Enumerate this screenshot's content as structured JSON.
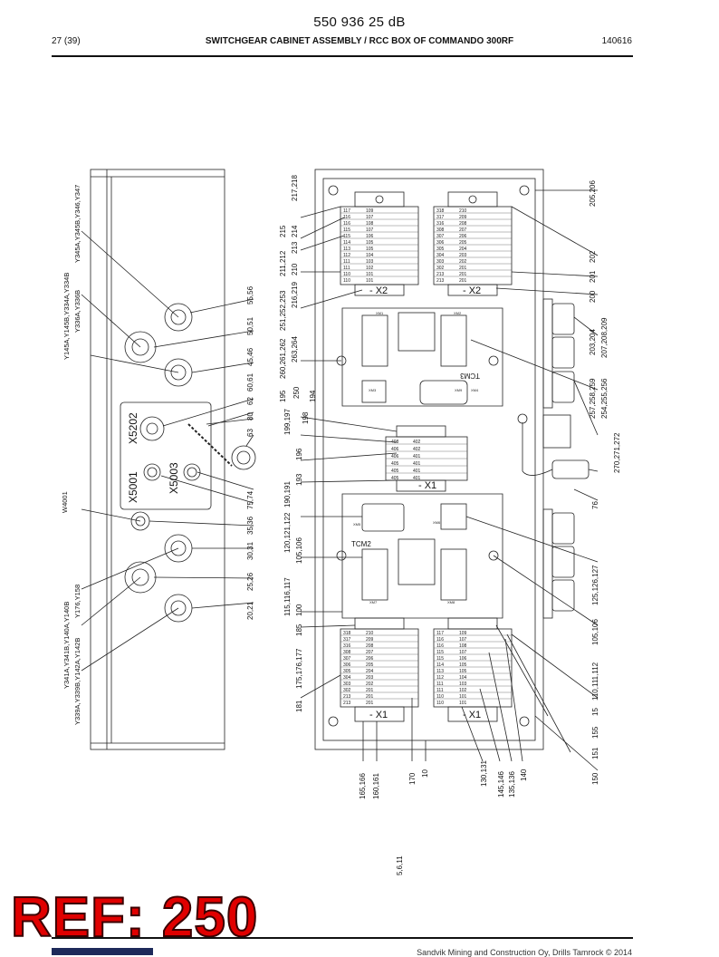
{
  "header": {
    "doc_number": "550 936 25 dB",
    "page": "27 (39)",
    "title": "SWITCHGEAR CABINET ASSEMBLY / RCC BOX OF COMMANDO 300RF",
    "code": "140616"
  },
  "stamp": {
    "text": "REF: 250",
    "color": "#e00000"
  },
  "footer": {
    "copyright": "Sandvik Mining and Construction Oy, Drills Tamrock © 2014"
  },
  "drawing": {
    "left_labels": {
      "y347": "Y345A,Y345B,Y346,Y347",
      "y145": "Y145A,Y145B,Y334A,Y334B",
      "y336": "Y336A,Y336B",
      "w4001": "W4001",
      "y341": "Y341A,Y341B,Y140A,Y140B",
      "y176": "Y176,Y158",
      "y339": "Y339A,Y339B,Y142A,Y142B"
    },
    "connectors": {
      "x5202": "X5202",
      "x5001": "X5001",
      "x5003": "X5003"
    },
    "bubbles_left": {
      "b5556": "55,56",
      "b5051": "50,51",
      "b4546": "45,46",
      "b6061": "60,61",
      "b62": "62",
      "b80": "80",
      "b63": "63",
      "b7574": "75,74",
      "b3536": "35,36",
      "b3031": "30,31",
      "b2526": "25,26",
      "b2021": "20,21"
    },
    "bubbles_mid": {
      "b217": "217,218",
      "b215": "215",
      "b214": "214",
      "b213": "213",
      "b211": "211,212",
      "b210": "210",
      "b216": "216,219",
      "b251": "251,252,253",
      "b263": "263,264",
      "b260": "260,261,262",
      "b195": "195",
      "b250": "250",
      "b194": "194",
      "b199": "199,197",
      "b198": "198",
      "b196": "196",
      "b193": "193",
      "b190": "190,191",
      "b120": "120,121,122",
      "b105": "105,106",
      "b115": "115,116,117",
      "b100": "100",
      "b185": "185",
      "b175": "175,176,177",
      "b181": "181"
    },
    "bubbles_right": {
      "b205": "205,206",
      "b202": "202",
      "b201": "201",
      "b200": "200",
      "b203": "203,204",
      "b207": "207,208,209",
      "b257": "257,258,259",
      "b254": "254,255,256",
      "b270": "270,271,272",
      "b76": "76",
      "b125": "125,126,127",
      "b105r": "105,106",
      "b110": "110,111,112",
      "b15": "15",
      "b155": "155",
      "b151": "151",
      "b150": "150"
    },
    "bubbles_bottom": {
      "b165": "165,166",
      "b160": "160,161",
      "b170": "170",
      "b10": "10",
      "b130": "130,131",
      "b145": "145,146",
      "b135": "135,136",
      "b140": "140",
      "b5611": "5,6,11"
    },
    "blocks": {
      "x2": "- X2",
      "x1": "- X1",
      "tcm2": "TCM2",
      "tcm3": "TCM3",
      "xm1": "XM1",
      "xm2": "XM2",
      "xm3": "XM3",
      "xm4": "XM4",
      "xm5": "XM5",
      "xm6": "XM6",
      "xm7": "XM7",
      "xm8": "XM8",
      "xm9": "XM9"
    },
    "terminals_a": [
      "117",
      "116",
      "116",
      "115",
      "115",
      "114",
      "113",
      "112",
      "111",
      "111",
      "110",
      "110"
    ],
    "terminals_b": [
      "109",
      "107",
      "108",
      "107",
      "106",
      "105",
      "105",
      "104",
      "103",
      "102",
      "101",
      "101"
    ],
    "terminals_c": [
      "318",
      "317",
      "316",
      "308",
      "307",
      "306",
      "305",
      "304",
      "303",
      "302",
      "213",
      "213"
    ],
    "terminals_d": [
      "210",
      "209",
      "208",
      "207",
      "206",
      "205",
      "204",
      "203",
      "202",
      "201",
      "201",
      "201"
    ],
    "terminals_mid_a": [
      "408",
      "406",
      "406",
      "405",
      "405",
      "405"
    ],
    "terminals_mid_b": [
      "402",
      "402",
      "401",
      "401",
      "401",
      "401"
    ]
  }
}
